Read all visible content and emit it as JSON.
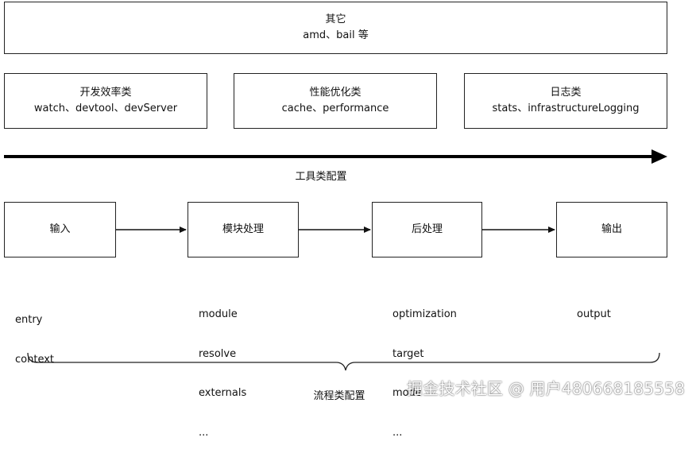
{
  "top_box": {
    "title": "其它",
    "subtitle": "amd、bail 等"
  },
  "tool_boxes": [
    {
      "title": "开发效率类",
      "subtitle": "watch、devtool、devServer"
    },
    {
      "title": "性能优化类",
      "subtitle": "cache、performance"
    },
    {
      "title": "日志类",
      "subtitle": "stats、infrastructureLogging"
    }
  ],
  "tool_axis_label": "工具类配置",
  "flow_boxes": [
    {
      "title": "输入"
    },
    {
      "title": "模块处理"
    },
    {
      "title": "后处理"
    },
    {
      "title": "输出"
    }
  ],
  "flow_options": [
    [
      "entry",
      "context"
    ],
    [
      "module",
      "resolve",
      "externals",
      "..."
    ],
    [
      "optimization",
      "target",
      "mode",
      "..."
    ],
    [
      "output"
    ]
  ],
  "flow_brace_label": "流程类配置",
  "watermark": "掘金技术社区 @ 用户480668185558"
}
